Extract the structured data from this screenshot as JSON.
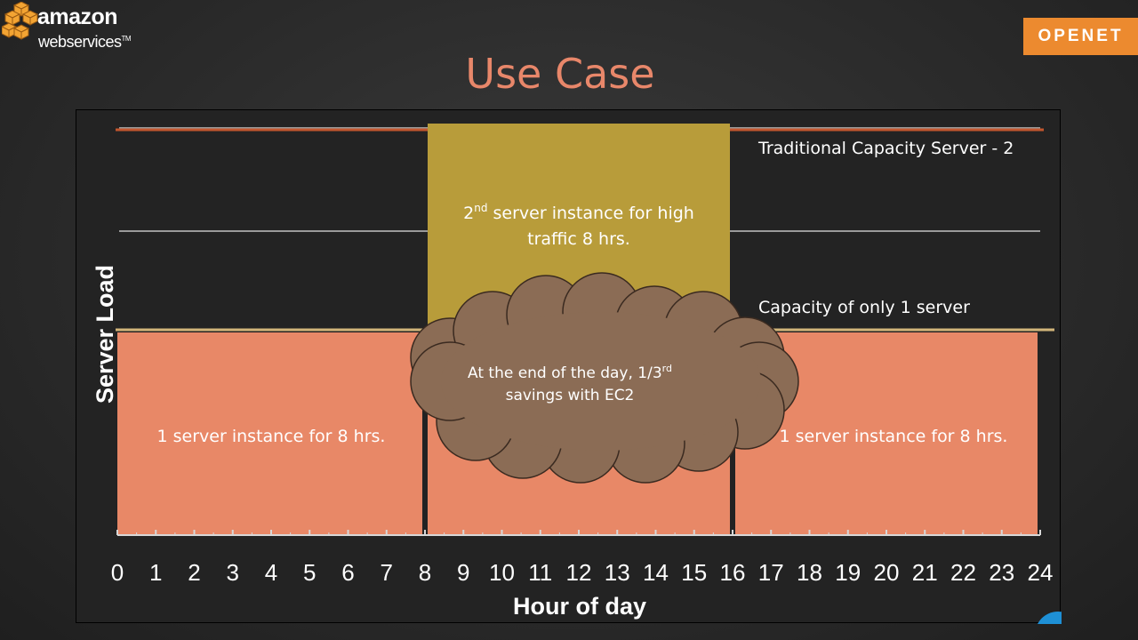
{
  "header": {
    "logo_line1": "amazon",
    "logo_line2": "webservices",
    "logo_tm": "TM",
    "brand_badge": "OPENET",
    "title": "Use Case"
  },
  "colors": {
    "title": "#e8876a",
    "single_server_block": "#e88867",
    "second_server_block": "#b89c3a",
    "cloud": "#8b6c55",
    "traditional_capacity_line": "#c2562e",
    "one_server_line": "#d2b57a",
    "badge": "#ec8a2f"
  },
  "chart_data": {
    "type": "area",
    "xlabel": "Hour of day",
    "ylabel": "Server Load",
    "x_ticks": [
      "0",
      "1",
      "2",
      "3",
      "4",
      "5",
      "6",
      "7",
      "8",
      "9",
      "10",
      "11",
      "12",
      "13",
      "14",
      "15",
      "16",
      "17",
      "18",
      "19",
      "20",
      "21",
      "22",
      "23",
      "24"
    ],
    "xlim": [
      0,
      24
    ],
    "segments": [
      {
        "x0": 0,
        "x1": 8,
        "servers": 1,
        "label": "1 server instance for 8 hrs."
      },
      {
        "x0": 8,
        "x1": 16,
        "servers": 2,
        "label_main": "server instance for high traffic 8 hrs.",
        "label_prefix": "2",
        "label_sup": "nd"
      },
      {
        "x0": 16,
        "x1": 24,
        "servers": 1,
        "label": "1 server instance for 8 hrs."
      }
    ],
    "reference_lines": [
      {
        "name": "Traditional Capacity Server - 2",
        "servers": 2
      },
      {
        "name": "Capacity of only 1 server",
        "servers": 1
      }
    ],
    "callout": {
      "text_main": "At the end of the day, 1/3",
      "text_sup": "rd",
      "text_end": "savings with EC2"
    }
  }
}
